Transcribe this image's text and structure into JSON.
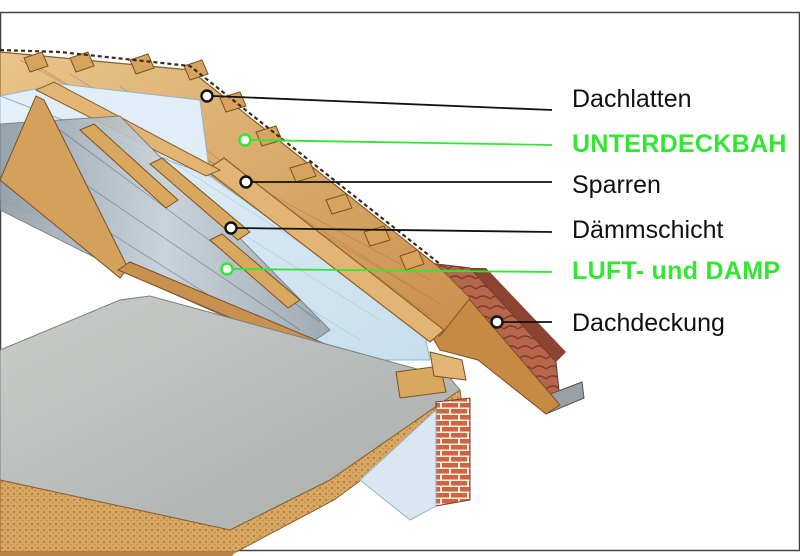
{
  "colors": {
    "callout_default": "#111111",
    "callout_highlight": "#33e633"
  },
  "callouts": [
    {
      "text": "Dachlatten",
      "highlight": false
    },
    {
      "text": "UNTERDECKBAH",
      "highlight": true
    },
    {
      "text": "Sparren",
      "highlight": false
    },
    {
      "text": "Dämmschicht",
      "highlight": false
    },
    {
      "text": "LUFT- und DAMP",
      "highlight": true
    },
    {
      "text": "Dachdeckung",
      "highlight": false
    }
  ]
}
